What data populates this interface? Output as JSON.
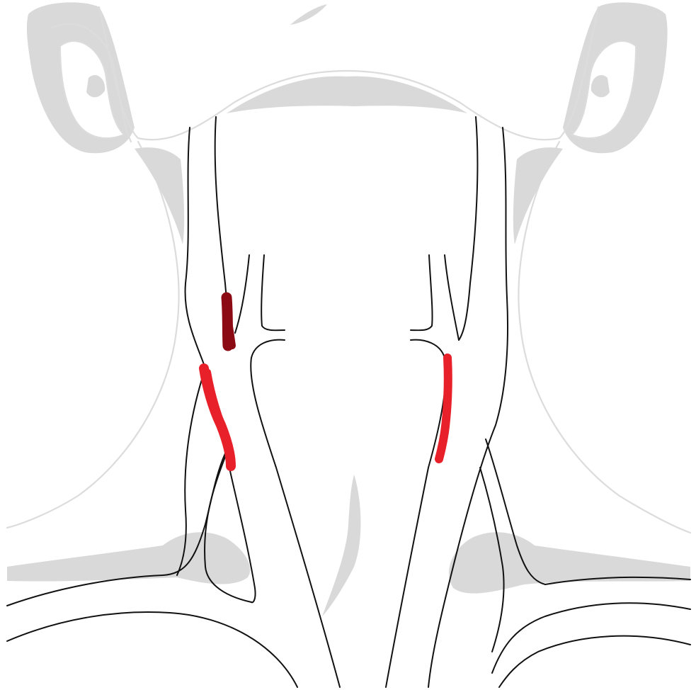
{
  "figure": {
    "subject": "neck-vascular-anatomy",
    "view": "anterior",
    "colors": {
      "background": "#ffffff",
      "outline": "#dcdcdc",
      "shading": "#d9d9d9",
      "vessel": "#111111",
      "lesion_bright": "#e8202a",
      "lesion_dark": "#8b0a14"
    },
    "markers": [
      {
        "id": "right-upper",
        "color": "#8b0a14"
      },
      {
        "id": "right-lower",
        "color": "#e8202a"
      },
      {
        "id": "left-lower",
        "color": "#e8202a"
      }
    ]
  }
}
